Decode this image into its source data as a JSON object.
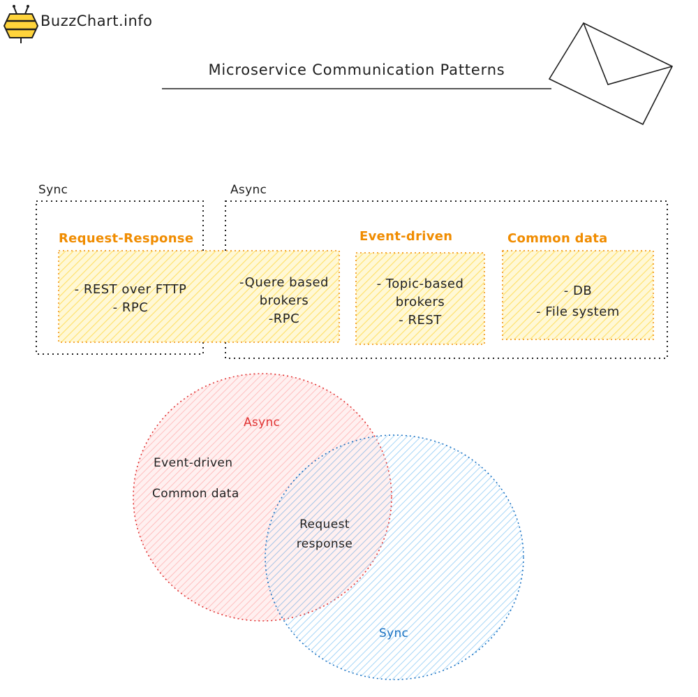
{
  "brand": {
    "name": "BuzzChart.info",
    "logo_icon": "bee-icon"
  },
  "title": "Microservice Communication Patterns",
  "decoration": {
    "icon": "envelope-icon"
  },
  "colors": {
    "outline": "#1e1e1e",
    "orange": "#f08c00",
    "orange_fill": "#ffec99",
    "red": "#e03131",
    "red_fill": "#ffc9c9",
    "blue": "#1971c2",
    "blue_fill": "#a5d8ff",
    "logo_yellow": "#ffd43b"
  },
  "groups": [
    {
      "id": "sync",
      "label": "Sync"
    },
    {
      "id": "async",
      "label": "Async"
    }
  ],
  "categories": [
    {
      "id": "request-response",
      "label": "Request-Response",
      "items": [
        "- REST over FTTP",
        "- RPC"
      ]
    },
    {
      "id": "queue",
      "label": "",
      "items": [
        "-Quere based",
        "brokers",
        "-RPC"
      ]
    },
    {
      "id": "event-driven",
      "label": "Event-driven",
      "items": [
        "- Topic-based",
        "brokers",
        "- REST"
      ]
    },
    {
      "id": "common-data",
      "label": "Common data",
      "items": [
        "- DB",
        "- File system"
      ]
    }
  ],
  "venn": {
    "left_label": "Async",
    "right_label": "Sync",
    "left_items": [
      "Event-driven",
      "Common data"
    ],
    "overlap_items": [
      "Request",
      "response"
    ]
  }
}
